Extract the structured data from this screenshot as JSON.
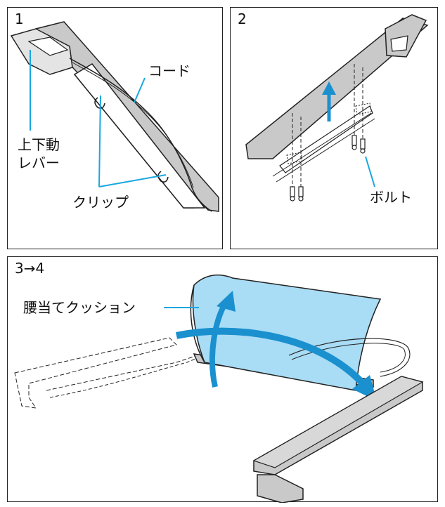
{
  "panels": [
    {
      "number": "1",
      "labels": {
        "cord": "コード",
        "lever_line1": "上下動",
        "lever_line2": "レバー",
        "clip": "クリップ"
      }
    },
    {
      "number": "2",
      "labels": {
        "bolt": "ボルト"
      }
    },
    {
      "number": "3→4",
      "labels": {
        "cushion": "腰当てクッション"
      }
    }
  ],
  "colors": {
    "line": "#222222",
    "callout": "#1aa7e0",
    "bar_fill": "#c9c9c9",
    "cushion_fill": "#a9dcf5",
    "arrow": "#1a90cf"
  }
}
